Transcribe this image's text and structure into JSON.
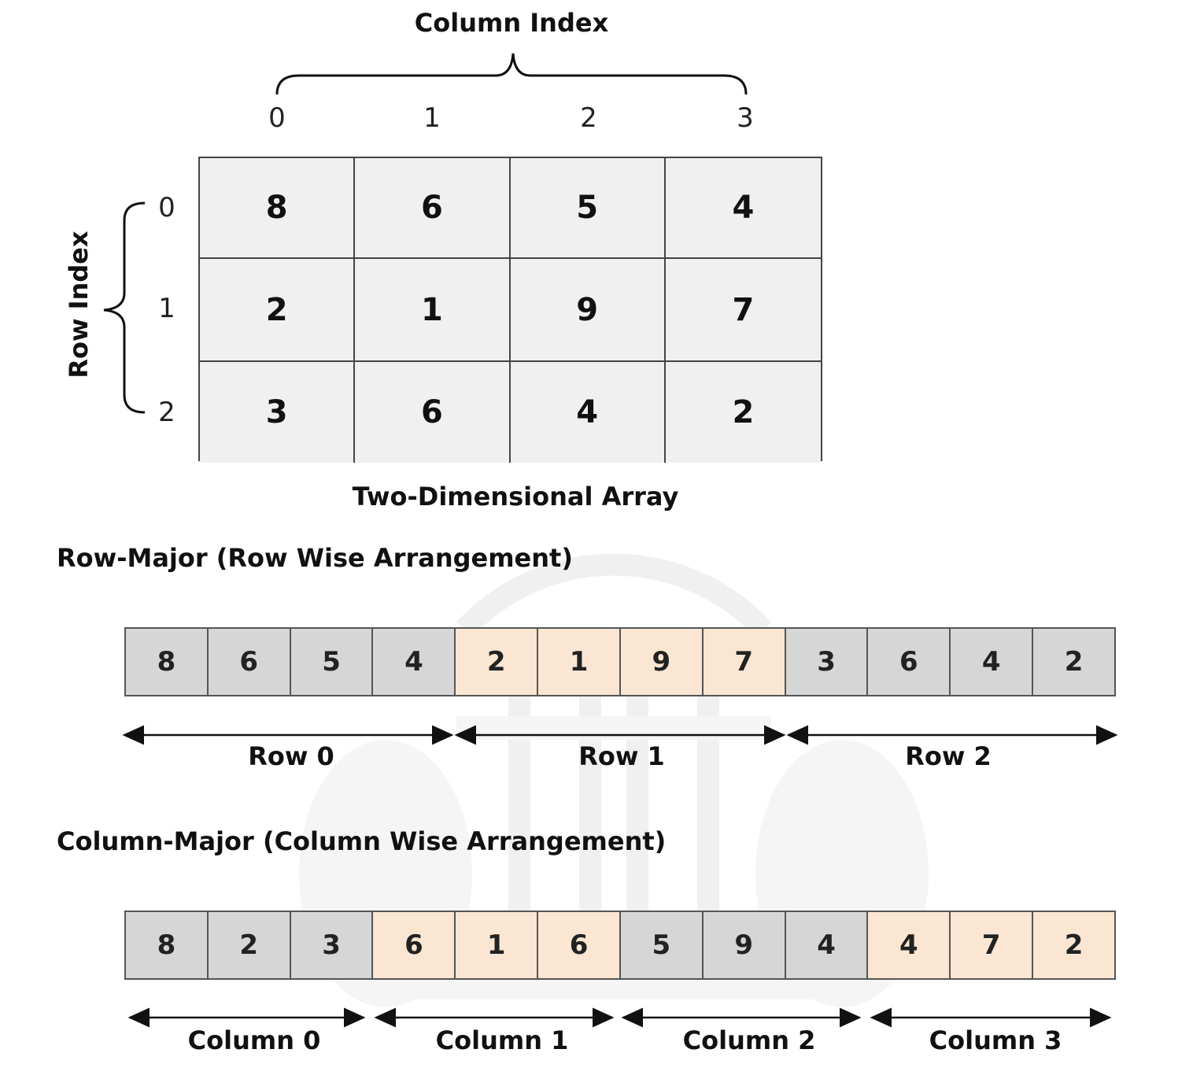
{
  "labels": {
    "column_index": "Column Index",
    "row_index": "Row Index",
    "grid_caption": "Two-Dimensional Array",
    "row_major_title": "Row-Major (Row Wise Arrangement)",
    "column_major_title": "Column-Major (Column Wise Arrangement)"
  },
  "column_indices": [
    "0",
    "1",
    "2",
    "3"
  ],
  "row_indices": [
    "0",
    "1",
    "2"
  ],
  "matrix": [
    [
      "8",
      "6",
      "5",
      "4"
    ],
    [
      "2",
      "1",
      "9",
      "7"
    ],
    [
      "3",
      "6",
      "4",
      "2"
    ]
  ],
  "row_major": {
    "values": [
      "8",
      "6",
      "5",
      "4",
      "2",
      "1",
      "9",
      "7",
      "3",
      "6",
      "4",
      "2"
    ],
    "spans": [
      "Row 0",
      "Row 1",
      "Row 2"
    ]
  },
  "column_major": {
    "values": [
      "8",
      "2",
      "3",
      "6",
      "1",
      "6",
      "5",
      "9",
      "4",
      "4",
      "7",
      "2"
    ],
    "spans": [
      "Column 0",
      "Column 1",
      "Column 2",
      "Column 3"
    ]
  },
  "colors": {
    "cell_gray": "#d6d6d6",
    "cell_peach": "#fae6d2",
    "grid_fill": "#f0f0f0",
    "line": "#222222"
  }
}
